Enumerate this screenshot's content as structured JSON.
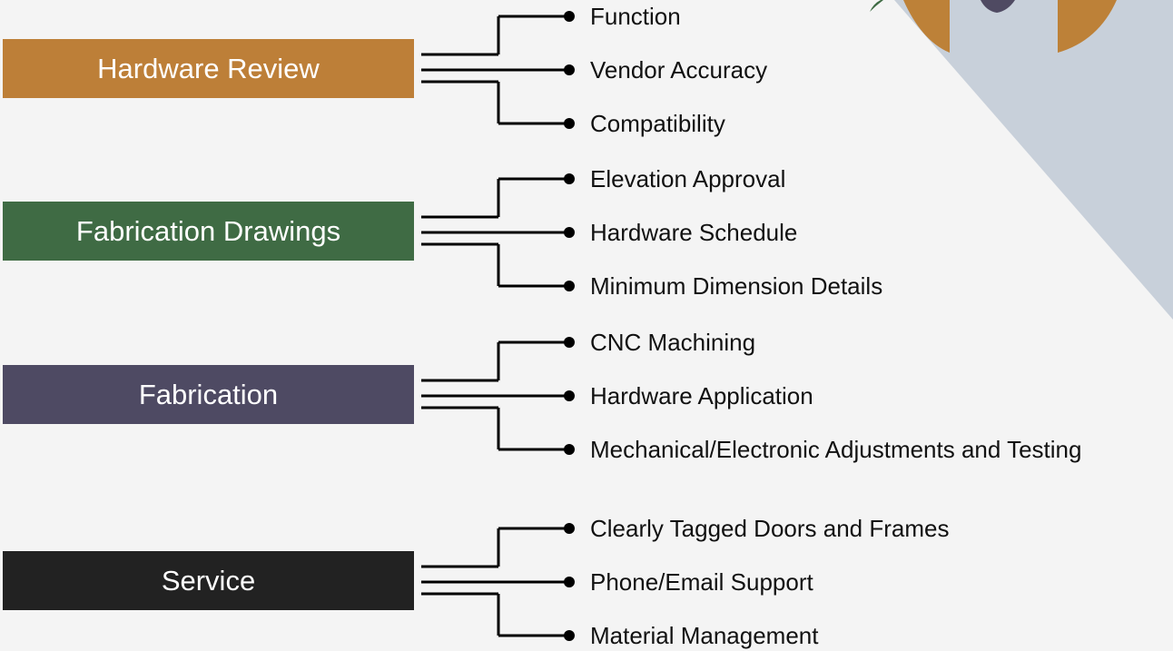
{
  "colors": {
    "background": "#f4f4f4",
    "decor_panel": "#c8d0da",
    "decor_ring": "#bd8138",
    "decor_dark": "#4f4a62",
    "decor_green": "#3f6b44",
    "connector": "#000000"
  },
  "categories": [
    {
      "label": "Hardware Review",
      "color": "#bd7f38",
      "items": [
        "Function",
        "Vendor Accuracy",
        "Compatibility"
      ]
    },
    {
      "label": "Fabrication Drawings",
      "color": "#3f6b44",
      "items": [
        "Elevation Approval",
        "Hardware Schedule",
        "Minimum Dimension Details"
      ]
    },
    {
      "label": "Fabrication",
      "color": "#4e4a63",
      "items": [
        "CNC Machining",
        "Hardware Application",
        "Mechanical/Electronic Adjustments and Testing"
      ]
    },
    {
      "label": "Service",
      "color": "#222222",
      "items": [
        "Clearly Tagged Doors and Frames",
        "Phone/Email Support",
        "Material Management"
      ]
    }
  ]
}
